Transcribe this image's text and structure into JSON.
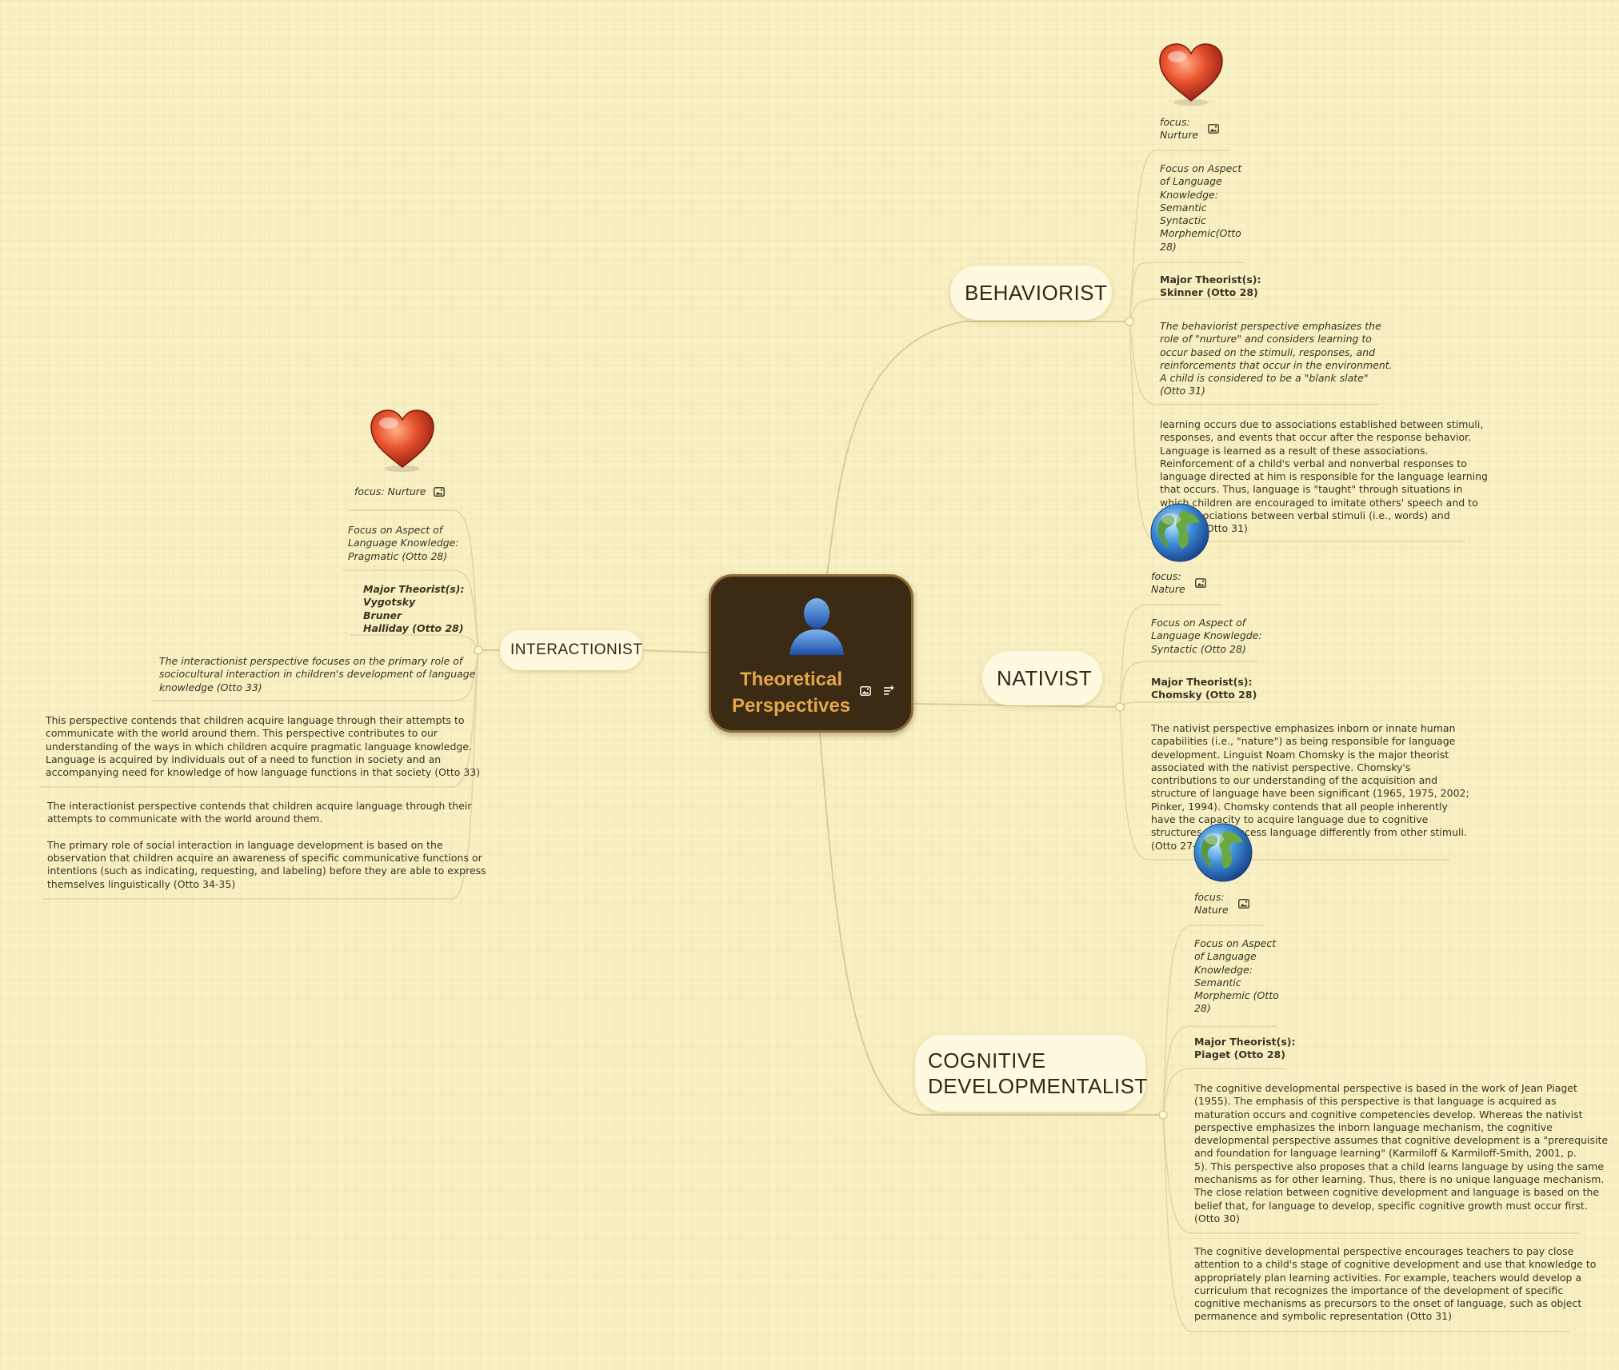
{
  "central": {
    "title": "Theoretical\nPerspectives",
    "icon": "person-icon"
  },
  "colors": {
    "background": "#f8efc2",
    "central_fill": "#3b2b14",
    "central_text": "#e2a64a",
    "topic_fill": "#fff9df",
    "branch_line": "#d9cc99"
  },
  "behaviorist": {
    "label": "BEHAVIORIST",
    "icon": "heart-icon",
    "focus": "focus:\nNurture",
    "aspect": "Focus on Aspect\nof Language\nKnowledge:\nSemantic\nSyntactic\nMorphemic(Otto\n28)",
    "theorist": "Major Theorist(s):\nSkinner (Otto 28)",
    "summary": "The behaviorist perspective emphasizes the\nrole of \"nurture\" and considers learning to\noccur based on the stimuli, responses, and\nreinforcements that occur in the environment.\nA child is considered to be a \"blank slate\"\n(Otto 31)",
    "detail": "learning occurs due to associations established between stimuli,\nresponses, and events that occur after the response behavior.\nLanguage is learned as a result of these associations.\nReinforcement of a child's verbal and nonverbal responses to\nlanguage directed at him is responsible for the language learning\nthat occurs. Thus, language is \"taught\" through situations in\nwhich children are encouraged to imitate others' speech and to\nform associations between verbal stimuli (i.e., words) and\nobjects. (Otto 31)"
  },
  "nativist": {
    "label": "NATIVIST",
    "icon": "globe-icon",
    "focus": "focus:\nNature",
    "aspect": "Focus on Aspect of\nLanguage Knowlegde:\nSyntactic (Otto 28)",
    "theorist": "Major Theorist(s):\nChomsky (Otto 28)",
    "summary": "The nativist perspective emphasizes inborn or innate human\ncapabilities (i.e., \"nature\") as being responsible for language\ndevelopment. Linguist Noam Chomsky is the major theorist\nassociated with the nativist perspective. Chomsky's\ncontributions to our understanding of the acquisition and\nstructure of language have been significant (1965, 1975, 2002;\nPinker, 1994). Chomsky contends that all people inherently\nhave the capacity to acquire language due to cognitive\nstructures that process language differently from other stimuli.\n(Otto 27-28)"
  },
  "cognitive": {
    "label": "COGNITIVE\nDEVELOPMENTALIST",
    "icon": "globe-icon",
    "focus": "focus:\nNature",
    "aspect": "Focus on Aspect\nof Language\nKnowledge:\nSemantic\nMorphemic (Otto\n28)",
    "theorist": "Major Theorist(s):\nPiaget (Otto 28)",
    "summary": "The cognitive developmental perspective is based in the work of Jean Piaget\n(1955). The emphasis of this perspective is that language is acquired as\nmaturation occurs and cognitive competencies develop. Whereas the nativist\nperspective emphasizes the inborn language mechanism, the cognitive\ndevelopmental perspective assumes that cognitive development is a \"prerequisite\nand foundation for language learning\" (Karmiloff & Karmiloff-Smith, 2001, p.\n5). This perspective also proposes that a child learns language by using the same\nmechanisms as for other learning. Thus, there is no unique language mechanism.\nThe close relation between cognitive development and language is based on the\nbelief that, for language to develop, specific cognitive growth must occur first.\n(Otto 30)",
    "teachers": "The cognitive developmental perspective encourages teachers to pay close\nattention to a child's stage of cognitive development and use that knowledge to\nappropriately plan learning activities. For example, teachers would develop a\ncurriculum that recognizes the importance of the development of specific\ncognitive mechanisms as precursors to the onset of language, such as object\npermanence and symbolic representation (Otto 31)"
  },
  "interactionist": {
    "label": "INTERACTIONIST",
    "icon": "heart-icon",
    "focus": "focus: Nurture",
    "aspect": "Focus on Aspect of\nLanguage Knowledge:\nPragmatic (Otto 28)",
    "theorist": "Major Theorist(s):\nVygotsky\nBruner\nHalliday (Otto 28)",
    "summary": "The interactionist perspective focuses on the primary role of\nsociocultural interaction in children's development of language\nknowledge (Otto 33)",
    "detail": "This perspective contends that children acquire language through their attempts to\ncommunicate with the world around them. This perspective contributes to our\nunderstanding of the ways in which children acquire pragmatic language knowledge.\nLanguage is acquired by individuals out of a need to function in society and an\naccompanying need for knowledge of how language functions in that society (Otto 33)",
    "extra": "The interactionist perspective contends that children acquire language through their\nattempts to communicate with the world around them.\n\nThe primary role of social interaction in language development is based on the\nobservation that children acquire an awareness of specific communicative functions or\nintentions (such as indicating, requesting, and labeling) before they are able to express\nthemselves linguistically (Otto 34-35)"
  }
}
